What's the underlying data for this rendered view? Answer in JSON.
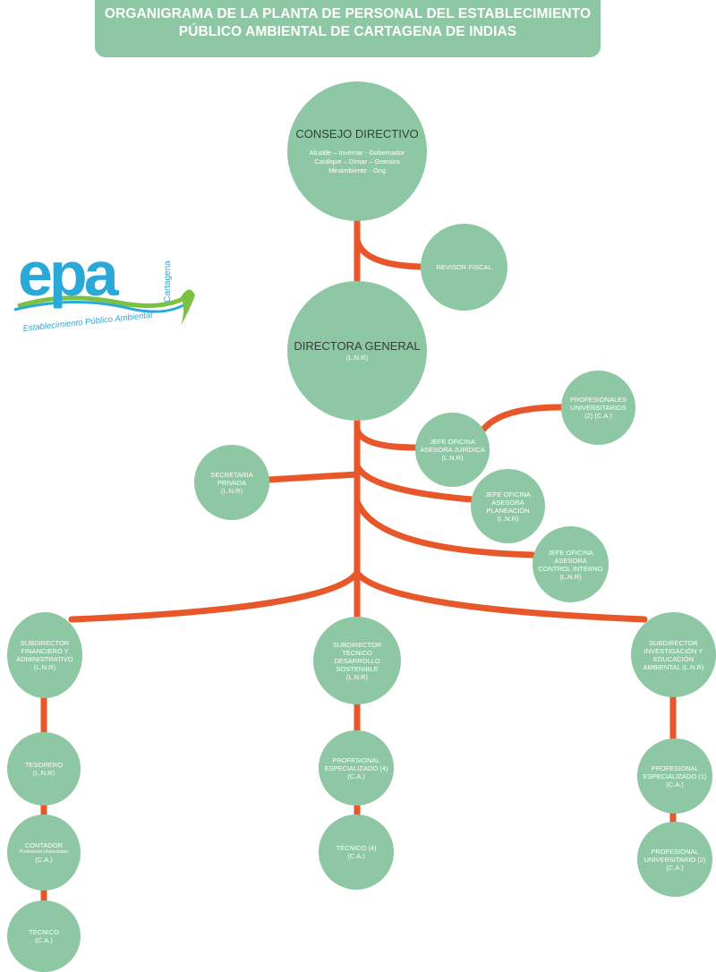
{
  "title": {
    "line1": "ORGANIGRAMA DE LA PLANTA DE  PERSONAL DEL ESTABLECIMIENTO",
    "line2": "PÚBLICO AMBIENTAL DE CARTAGENA DE INDIAS"
  },
  "logo": {
    "letters": "epa",
    "city": "Cartagena",
    "tagline": "Establecimiento Público Ambiental"
  },
  "colors": {
    "node": "#8ec7a3",
    "connector": "#e8572a",
    "logo_blue": "#2aa9d8",
    "logo_green": "#7cc242"
  },
  "nodes": {
    "consejo": {
      "title": "CONSEJO DIRECTIVO",
      "l1": "Alcalde – Invemar - Gobernador",
      "l2": "Cardique – Dimar – Gremios",
      "l3": "Minambiente - Ong"
    },
    "revisor": {
      "title": "REVISOR FISCAL"
    },
    "directora": {
      "title": "DIRECTORA  GENERAL",
      "sub": "(L.N.R)"
    },
    "prof_univ_juridica": {
      "l1": "PROFESIONALES",
      "l2": "UNIVERSITARIOS",
      "l3": "(2) (C.A.)"
    },
    "juridica": {
      "l1": "JEFE OFICINA",
      "l2": "ASESORA JURÍDICA",
      "l3": "(L.N.R)"
    },
    "secretaria": {
      "l1": "SECRETARIA PRIVADA",
      "l2": "(L.N.R)"
    },
    "planeacion": {
      "l1": "JEFE OFICINA",
      "l2": "ASESORA",
      "l3": "PLANEACIÓN",
      "l4": "(L.N.R)"
    },
    "control": {
      "l1": "JEFE OFICINA",
      "l2": "ASESORA",
      "l3": "CONTROL INTERNO",
      "l4": "(L.N.R)"
    },
    "sub_financiero": {
      "l1": "SUBDIRECTOR",
      "l2": "FINANCIERO Y",
      "l3": "ADMINISTRATIVO",
      "l4": "(L.N.R)"
    },
    "sub_tecnico": {
      "l1": "SUBDIRECTOR TÉCNICO",
      "l2": "DESARROLLO",
      "l3": "SOSTENIBLE",
      "l4": "(L.N.R)"
    },
    "sub_investigacion": {
      "l1": "SUBDIRECTOR",
      "l2": "INVESTIGACIÓN Y",
      "l3": "EDUCACIÓN",
      "l4": "AMBIENTAL (L.N.R)"
    },
    "tesorero": {
      "l1": "TESORERO",
      "l2": "(L.N.R)"
    },
    "contador": {
      "l1": "CONTADOR",
      "l2": "Profesional Universitario",
      "l3": "(C.A.)"
    },
    "tecnico_fin": {
      "l1": "TÉCNICO",
      "l2": "(C.A.)"
    },
    "prof_esp_tec": {
      "l1": "PROFESIONAL",
      "l2": "ESPECIALIZADO (4)",
      "l3": "(C.A.)"
    },
    "tecnico_tec": {
      "l1": "TÉCNICO (4)",
      "l2": "(C.A.)"
    },
    "prof_esp_inv": {
      "l1": "PROFESIONAL",
      "l2": "ESPECIALIZADO (1)",
      "l3": "(C.A.)"
    },
    "prof_univ_inv": {
      "l1": "PROFESIONAL",
      "l2": "UNIVERSITARIO (2)",
      "l3": "(C.A.)"
    }
  }
}
